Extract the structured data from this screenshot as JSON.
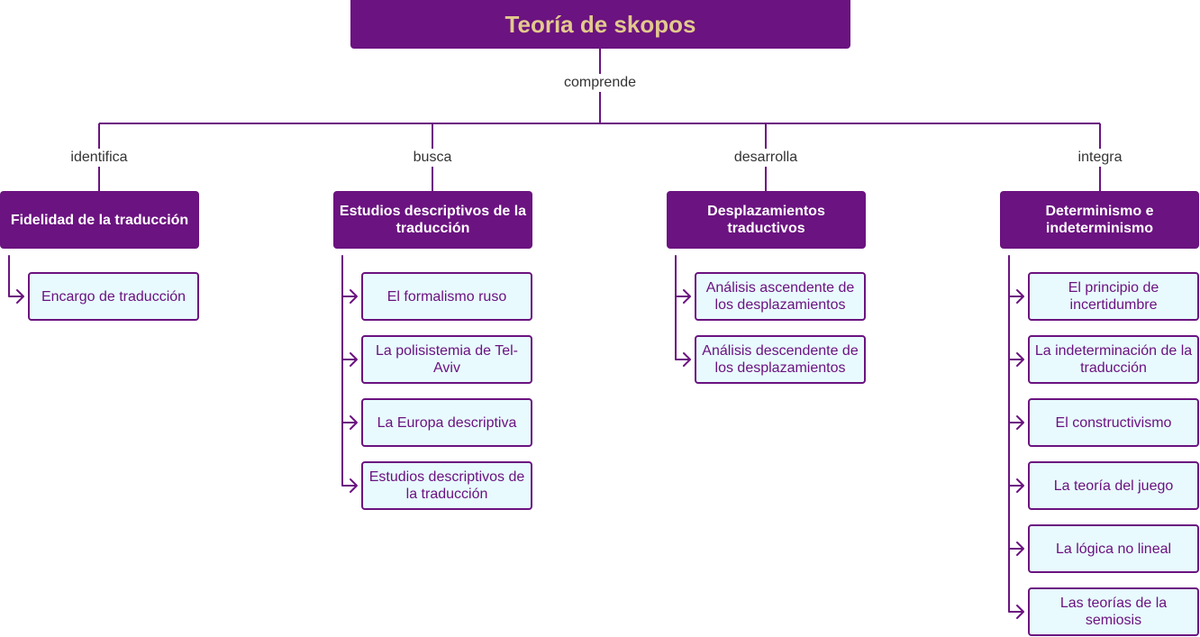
{
  "title": "Teoría de skopos",
  "root_connector": "comprende",
  "branches": [
    {
      "connector": "identifica",
      "label": "Fidelidad de la traducción",
      "children": [
        "Encargo de traducción"
      ]
    },
    {
      "connector": "busca",
      "label": "Estudios descriptivos de la traducción",
      "children": [
        "El formalismo ruso",
        "La polisistemia de Tel-Aviv",
        "La Europa descriptiva",
        "Estudios descriptivos de la traducción"
      ]
    },
    {
      "connector": "desarrolla",
      "label": "Desplazamientos traductivos",
      "children": [
        "Análisis ascendente de los desplazamientos",
        "Análisis descendente de los desplazamientos"
      ]
    },
    {
      "connector": "integra",
      "label": "Determinismo e indeterminismo",
      "children": [
        "El principio de incertidumbre",
        "La indeterminación de la traducción",
        "El constructivismo",
        "La teoría del juego",
        "La lógica no lineal",
        "Las teorías de la semiosis"
      ]
    }
  ],
  "colors": {
    "primary": "#6b1380",
    "title_text": "#e3c98d",
    "leaf_fill": "#e8fafd"
  }
}
